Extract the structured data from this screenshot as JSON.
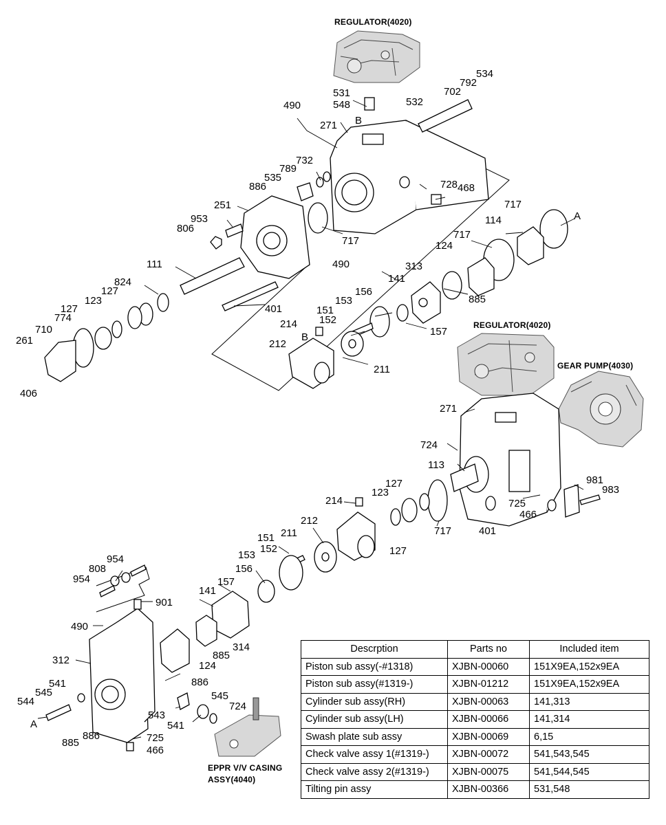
{
  "assemblies": {
    "regulator_top": "REGULATOR(4020)",
    "regulator_right": "REGULATOR(4020)",
    "gear_pump": "GEAR PUMP(4030)",
    "eppr_line1": "EPPR V/V CASING",
    "eppr_line2": "ASSY(4040)"
  },
  "callouts": [
    {
      "id": "c531",
      "text": "531"
    },
    {
      "id": "c548",
      "text": "548"
    },
    {
      "id": "c534",
      "text": "534"
    },
    {
      "id": "c792",
      "text": "792"
    },
    {
      "id": "c702",
      "text": "702"
    },
    {
      "id": "c532",
      "text": "532"
    },
    {
      "id": "c490a",
      "text": "490"
    },
    {
      "id": "c271a",
      "text": "271"
    },
    {
      "id": "cBa",
      "text": "B"
    },
    {
      "id": "c732",
      "text": "732"
    },
    {
      "id": "c789",
      "text": "789"
    },
    {
      "id": "c535",
      "text": "535"
    },
    {
      "id": "c886a",
      "text": "886"
    },
    {
      "id": "c728",
      "text": "728"
    },
    {
      "id": "c468",
      "text": "468"
    },
    {
      "id": "c251",
      "text": "251"
    },
    {
      "id": "c953",
      "text": "953"
    },
    {
      "id": "c806",
      "text": "806"
    },
    {
      "id": "c717a",
      "text": "717"
    },
    {
      "id": "c717b",
      "text": "717"
    },
    {
      "id": "cA1",
      "text": "A"
    },
    {
      "id": "c114",
      "text": "114"
    },
    {
      "id": "c717c",
      "text": "717"
    },
    {
      "id": "c124a",
      "text": "124"
    },
    {
      "id": "c111",
      "text": "111"
    },
    {
      "id": "c490b",
      "text": "490"
    },
    {
      "id": "c824",
      "text": "824"
    },
    {
      "id": "c127a",
      "text": "127"
    },
    {
      "id": "c123a",
      "text": "123"
    },
    {
      "id": "c127b",
      "text": "127"
    },
    {
      "id": "c774",
      "text": "774"
    },
    {
      "id": "c710",
      "text": "710"
    },
    {
      "id": "c261",
      "text": "261"
    },
    {
      "id": "c406",
      "text": "406"
    },
    {
      "id": "c401a",
      "text": "401"
    },
    {
      "id": "c313",
      "text": "313"
    },
    {
      "id": "c141a",
      "text": "141"
    },
    {
      "id": "c885a",
      "text": "885"
    },
    {
      "id": "c156a",
      "text": "156"
    },
    {
      "id": "c153a",
      "text": "153"
    },
    {
      "id": "c151a",
      "text": "151"
    },
    {
      "id": "c152a",
      "text": "152"
    },
    {
      "id": "c157a",
      "text": "157"
    },
    {
      "id": "c214a",
      "text": "214"
    },
    {
      "id": "cBb",
      "text": "B"
    },
    {
      "id": "c212a",
      "text": "212"
    },
    {
      "id": "c211a",
      "text": "211"
    },
    {
      "id": "c271b",
      "text": "271"
    },
    {
      "id": "c724a",
      "text": "724"
    },
    {
      "id": "c113",
      "text": "113"
    },
    {
      "id": "c127c",
      "text": "127"
    },
    {
      "id": "c123b",
      "text": "123"
    },
    {
      "id": "c717d",
      "text": "717"
    },
    {
      "id": "c127d",
      "text": "127"
    },
    {
      "id": "c401b",
      "text": "401"
    },
    {
      "id": "c725a",
      "text": "725"
    },
    {
      "id": "c466a",
      "text": "466"
    },
    {
      "id": "c981",
      "text": "981"
    },
    {
      "id": "c983",
      "text": "983"
    },
    {
      "id": "c214b",
      "text": "214"
    },
    {
      "id": "c212b",
      "text": "212"
    },
    {
      "id": "c211b",
      "text": "211"
    },
    {
      "id": "c151b",
      "text": "151"
    },
    {
      "id": "c152b",
      "text": "152"
    },
    {
      "id": "c153b",
      "text": "153"
    },
    {
      "id": "c156b",
      "text": "156"
    },
    {
      "id": "c157b",
      "text": "157"
    },
    {
      "id": "c141b",
      "text": "141"
    },
    {
      "id": "c954a",
      "text": "954"
    },
    {
      "id": "c808",
      "text": "808"
    },
    {
      "id": "c954b",
      "text": "954"
    },
    {
      "id": "c901",
      "text": "901"
    },
    {
      "id": "c490c",
      "text": "490"
    },
    {
      "id": "c312",
      "text": "312"
    },
    {
      "id": "c314",
      "text": "314"
    },
    {
      "id": "c885b",
      "text": "885"
    },
    {
      "id": "c124b",
      "text": "124"
    },
    {
      "id": "c886b",
      "text": "886"
    },
    {
      "id": "c541a",
      "text": "541"
    },
    {
      "id": "c545a",
      "text": "545"
    },
    {
      "id": "c544",
      "text": "544"
    },
    {
      "id": "cA2",
      "text": "A"
    },
    {
      "id": "c885c",
      "text": "885"
    },
    {
      "id": "c886c",
      "text": "886"
    },
    {
      "id": "c543",
      "text": "543"
    },
    {
      "id": "c545b",
      "text": "545"
    },
    {
      "id": "c724b",
      "text": "724"
    },
    {
      "id": "c541b",
      "text": "541"
    },
    {
      "id": "c725b",
      "text": "725"
    },
    {
      "id": "c466b",
      "text": "466"
    }
  ],
  "table": {
    "headers": [
      "Descrption",
      "Parts no",
      "Included item"
    ],
    "rows": [
      [
        "Piston sub assy(-#1318)",
        "XJBN-00060",
        "151X9EA,152x9EA"
      ],
      [
        "Piston sub assy(#1319-)",
        "XJBN-01212",
        "151X9EA,152x9EA"
      ],
      [
        "Cylinder sub assy(RH)",
        "XJBN-00063",
        "141,313"
      ],
      [
        "Cylinder sub assy(LH)",
        "XJBN-00066",
        "141,314"
      ],
      [
        "Swash plate sub assy",
        "XJBN-00069",
        "6,15"
      ],
      [
        "Check valve assy 1(#1319-)",
        "XJBN-00072",
        "541,543,545"
      ],
      [
        "Check valve assy 2(#1319-)",
        "XJBN-00075",
        "541,544,545"
      ],
      [
        "Tilting pin assy",
        "XJBN-00366",
        "531,548"
      ]
    ]
  }
}
